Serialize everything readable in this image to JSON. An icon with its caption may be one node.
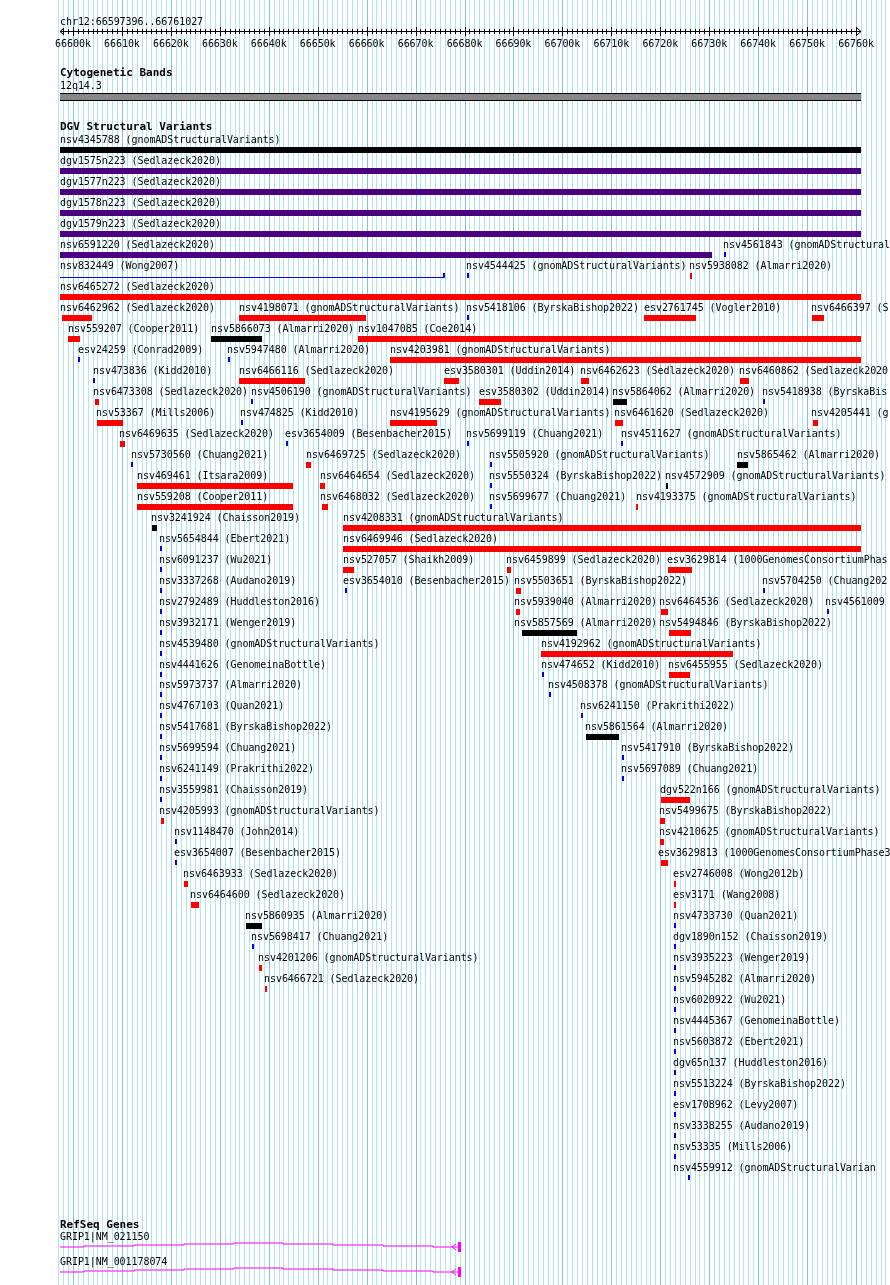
{
  "diagram": {
    "labels": [
      "chr12:66597396..66761027",
      "66600k",
      "66610k",
      "66620k",
      "66630k",
      "66640k",
      "66650k",
      "66660k",
      "66670k",
      "66680k",
      "66690k",
      "66700k",
      "66710k",
      "66720k",
      "66730k",
      "66740k",
      "66750k",
      "66760k",
      "Cytogenetic Bands",
      "12q14.3",
      "DGV Structural Variants",
      "nsv4345788 (gnomADStructuralVariants)",
      "dgv1575n223 (Sedlazeck2020)",
      "dgv1577n223 (Sedlazeck2020)",
      "dgv1578n223 (Sedlazeck2020)",
      "dgv1579n223 (Sedlazeck2020)",
      "nsv6591220 (Sedlazeck2020)",
      "nsv4561843 (gnomADStructural",
      "nsv832449 (Wong2007)",
      "nsv4544425 (gnomADStructuralVariants)",
      "nsv5938082 (Almarri2020)",
      "nsv6465272 (Sedlazeck2020)",
      "nsv6462962 (Sedlazeck2020)",
      "nsv4198071 (gnomADStructuralVariants)",
      "nsv5418106 (ByrskaBishop2022)",
      "esv2761745 (Vogler2010)",
      "nsv6466397 (S",
      "nsv559207 (Cooper2011)",
      "nsv5866073 (Almarri2020)",
      "nsv1047085 (Coe2014)",
      "esv24259 (Conrad2009)",
      "nsv5947480 (Almarri2020)",
      "nsv4203981 (gnomADStructuralVariants)",
      "nsv473836 (Kidd2010)",
      "nsv6466116 (Sedlazeck2020)",
      "esv3580301 (Uddin2014)",
      "nsv6462623 (Sedlazeck2020)",
      "nsv6460862 (Sedlazeck2020",
      "nsv6473308 (Sedlazeck2020)",
      "nsv4506190 (gnomADStructuralVariants)",
      "esv3580302 (Uddin2014)",
      "nsv5864062 (Almarri2020)",
      "nsv5418938 (ByrskaBis",
      "nsv53367 (Mills2006)",
      "nsv474825 (Kidd2010)",
      "nsv4195629 (gnomADStructuralVariants)",
      "nsv6461620 (Sedlazeck2020)",
      "nsv4205441 (g",
      "nsv6469635 (Sedlazeck2020)",
      "esv3654009 (Besenbacher2015)",
      "nsv5699119 (Chuang2021)",
      "nsv4511627 (gnomADStructuralVariants)",
      "nsv5730560 (Chuang2021)",
      "nsv6469725 (Sedlazeck2020)",
      "nsv5505920 (gnomADStructuralVariants)",
      "nsv5865462 (Almarri2020)",
      "nsv469461 (Itsara2009)",
      "nsv6464654 (Sedlazeck2020)",
      "nsv5550324 (ByrskaBishop2022)",
      "nsv4572909 (gnomADStructuralVariants)",
      "nsv559208 (Cooper2011)",
      "nsv6468032 (Sedlazeck2020)",
      "nsv5699677 (Chuang2021)",
      "nsv4193375 (gnomADStructuralVariants)",
      "nsv3241924 (Chaisson2019)",
      "nsv4208331 (gnomADStructuralVariants)",
      "nsv5654844 (Ebert2021)",
      "nsv6469946 (Sedlazeck2020)",
      "nsv6091237 (Wu2021)",
      "nsv527057 (Shaikh2009)",
      "nsv6459899 (Sedlazeck2020)",
      "esv3629814 (1000GenomesConsortiumPhas",
      "nsv3337268 (Audano2019)",
      "esv3654010 (Besenbacher2015)",
      "nsv5503651 (ByrskaBishop2022)",
      "nsv5704250 (Chuang202",
      "nsv2792489 (Huddleston2016)",
      "nsv5939040 (Almarri2020)",
      "nsv6464536 (Sedlazeck2020)",
      "nsv4561009",
      "nsv3932171 (Wenger2019)",
      "nsv5857569 (Almarri2020)",
      "nsv5494846 (ByrskaBishop2022)",
      "nsv4539480 (gnomADStructuralVariants)",
      "nsv4192962 (gnomADStructuralVariants)",
      "nsv4441626 (GenomeinaBottle)",
      "nsv474652 (Kidd2010)",
      "nsv6455955 (Sedlazeck2020)",
      "nsv5973737 (Almarri2020)",
      "nsv4508378 (gnomADStructuralVariants)",
      "nsv4767103 (Quan2021)",
      "nsv6241150 (Prakrithi2022)",
      "nsv5417681 (ByrskaBishop2022)",
      "nsv5861564 (Almarri2020)",
      "nsv5699594 (Chuang2021)",
      "nsv5417910 (ByrskaBishop2022)",
      "nsv6241149 (Prakrithi2022)",
      "nsv5697089 (Chuang2021)",
      "nsv3559981 (Chaisson2019)",
      "dgv522n166 (gnomADStructuralVariants)",
      "nsv4205993 (gnomADStructuralVariants)",
      "nsv5499675 (ByrskaBishop2022)",
      "nsv1148470 (John2014)",
      "nsv4210625 (gnomADStructuralVariants)",
      "esv3654007 (Besenbacher2015)",
      "esv3629813 (1000GenomesConsortiumPhase3",
      "nsv6463933 (Sedlazeck2020)",
      "esv2746008 (Wong2012b)",
      "nsv6464600 (Sedlazeck2020)",
      "esv3171 (Wang2008)",
      "nsv5860935 (Almarri2020)",
      "nsv4733730 (Quan2021)",
      "nsv5698417 (Chuang2021)",
      "dgv1890n152 (Chaisson2019)",
      "nsv4201206 (gnomADStructuralVariants)",
      "nsv3935223 (Wenger2019)",
      "nsv6466721 (Sedlazeck2020)",
      "nsv5945282 (Almarri2020)",
      "nsv6020922 (Wu2021)",
      "nsv4445367 (GenomeinaBottle)",
      "nsv5603872 (Ebert2021)",
      "dgv65n137 (Huddleston2016)",
      "nsv5513224 (ByrskaBishop2022)",
      "esv1708962 (Levy2007)",
      "nsv3338255 (Audano2019)",
      "nsv53335 (Mills2006)",
      "nsv4559912 (gnomADStructuralVarian",
      "RefSeq Genes",
      "GRIP1|NM_021150",
      "GRIP1|NM_001178074"
    ]
  }
}
